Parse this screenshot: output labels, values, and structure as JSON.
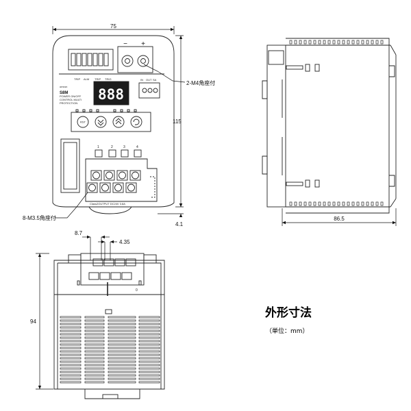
{
  "title": "外形寸法",
  "unit_note": "（単位：mm）",
  "dimensions": {
    "front_width": "75",
    "front_height": "115",
    "front_bottom_offset": "4.1",
    "side_depth": "86.5",
    "bottom_pitch": "8.7",
    "bottom_gap": "4.35",
    "bottom_height": "94"
  },
  "callouts": {
    "m4_terminal": "2-M4角座付",
    "m35_terminal": "8-M3.5角座付"
  },
  "device": {
    "polarity_minus": "−",
    "polarity_plus": "+",
    "display": "888",
    "brand": "omron",
    "model": "S8M",
    "relay_labels": [
      "TRIP",
      "ALM",
      "TRIP",
      "TRIG"
    ],
    "branch_numbers": [
      "1",
      "2",
      "3",
      "4"
    ],
    "control_labels": [
      "IN",
      "OUT",
      "SA"
    ],
    "buttons": [
      "RST",
      "DOWN",
      "UP",
      "MODE"
    ],
    "bottom_label": "Class2OUTPUT DC24V 3.8A",
    "spec_lines": [
      "POWER  ON/OFF",
      "CONTROL  MULTI",
      "PROTECTION"
    ],
    "bottom_number": "0"
  }
}
